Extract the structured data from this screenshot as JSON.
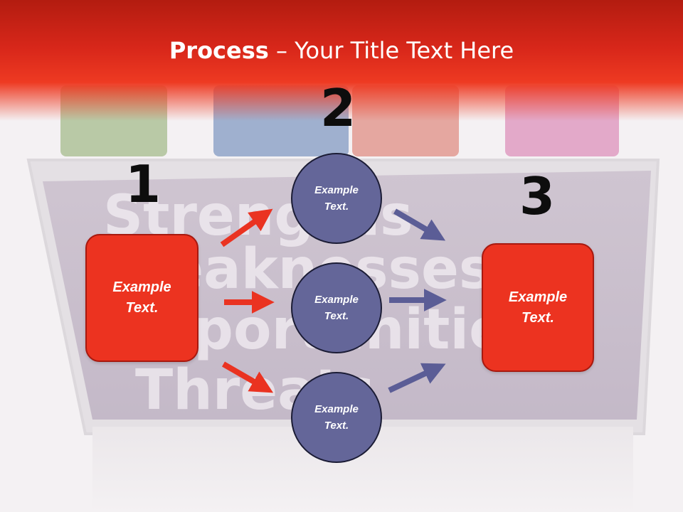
{
  "title": {
    "bold": "Process",
    "rest": " – Your Title Text Here"
  },
  "steps": {
    "one": "1",
    "two": "2",
    "three": "3"
  },
  "boxes": {
    "left": "Example Text.",
    "right": "Example Text."
  },
  "circles": {
    "top": "Example Text.",
    "middle": "Example Text.",
    "bottom": "Example Text."
  },
  "colors": {
    "red": "#ec3320",
    "circle": "#646699",
    "arrow_blue": "#5b5d96",
    "arrow_red": "#ea3321"
  },
  "background_words": [
    "Strengths",
    "Weaknesses",
    "Opportunities",
    "Threats"
  ]
}
